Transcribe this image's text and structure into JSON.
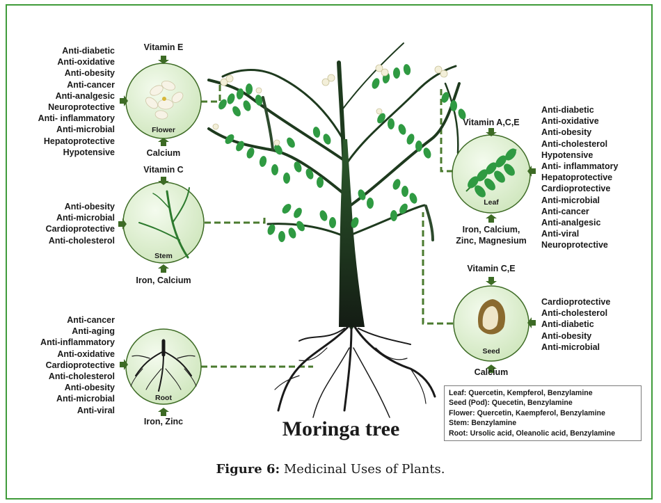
{
  "title": "Moringa tree",
  "caption": {
    "label": "Figure 6:",
    "text": " Medicinal Uses of Plants."
  },
  "colors": {
    "border": "#3f9b3a",
    "leaf": "#2f9a42",
    "circle_fill": "#e4f2d8",
    "connector": "#4a7a2e",
    "trunk": "#1a2418"
  },
  "parts": {
    "flower": {
      "label": "Flower",
      "top_nutrient": "Vitamin E",
      "bottom_nutrient": "Calcium",
      "uses": [
        "Anti-diabetic",
        "Anti-oxidative",
        "Anti-obesity",
        "Anti-cancer",
        "Anti-analgesic",
        "Neuroprotective",
        "Anti- inflammatory",
        "Anti-microbial",
        "Hepatoprotective",
        "Hypotensive"
      ]
    },
    "stem": {
      "label": "Stem",
      "top_nutrient": "Vitamin C",
      "bottom_nutrient": "Iron, Calcium",
      "uses": [
        "Anti-obesity",
        "Anti-microbial",
        "Cardioprotective",
        "Anti-cholesterol"
      ]
    },
    "root": {
      "label": "Root",
      "bottom_nutrient": "Iron, Zinc",
      "uses": [
        "Anti-cancer",
        "Anti-aging",
        "Anti-inflammatory",
        "Anti-oxidative",
        "Cardioprotective",
        "Anti-cholesterol",
        "Anti-obesity",
        "Anti-microbial",
        "Anti-viral"
      ]
    },
    "leaf": {
      "label": "Leaf",
      "top_nutrient": "Vitamin A,C,E",
      "bottom_nutrient_1": "Iron, Calcium,",
      "bottom_nutrient_2": "Zinc, Magnesium",
      "uses": [
        "Anti-diabetic",
        "Anti-oxidative",
        "Anti-obesity",
        "Anti-cholesterol",
        "Hypotensive",
        "Anti- inflammatory",
        "Hepatoprotective",
        "Cardioprotective",
        "Anti-microbial",
        "Anti-cancer",
        "Anti-analgesic",
        "Anti-viral",
        "Neuroprotective"
      ]
    },
    "seed": {
      "label": "Seed",
      "top_nutrient": "Vitamin C,E",
      "bottom_nutrient": "Calcium",
      "uses": [
        "Cardioprotective",
        "Anti-cholesterol",
        "Anti-diabetic",
        "Anti-obesity",
        "Anti-microbial"
      ]
    }
  },
  "compounds": [
    "Leaf: Quercetin, Kempferol, Benzylamine",
    "Seed (Pod): Quecetin, Benzylamine",
    "Flower: Quercetin, Kaempferol, Benzylamine",
    "Stem: Benzylamine",
    "Root: Ursolic acid, Oleanolic acid, Benzylamine"
  ]
}
